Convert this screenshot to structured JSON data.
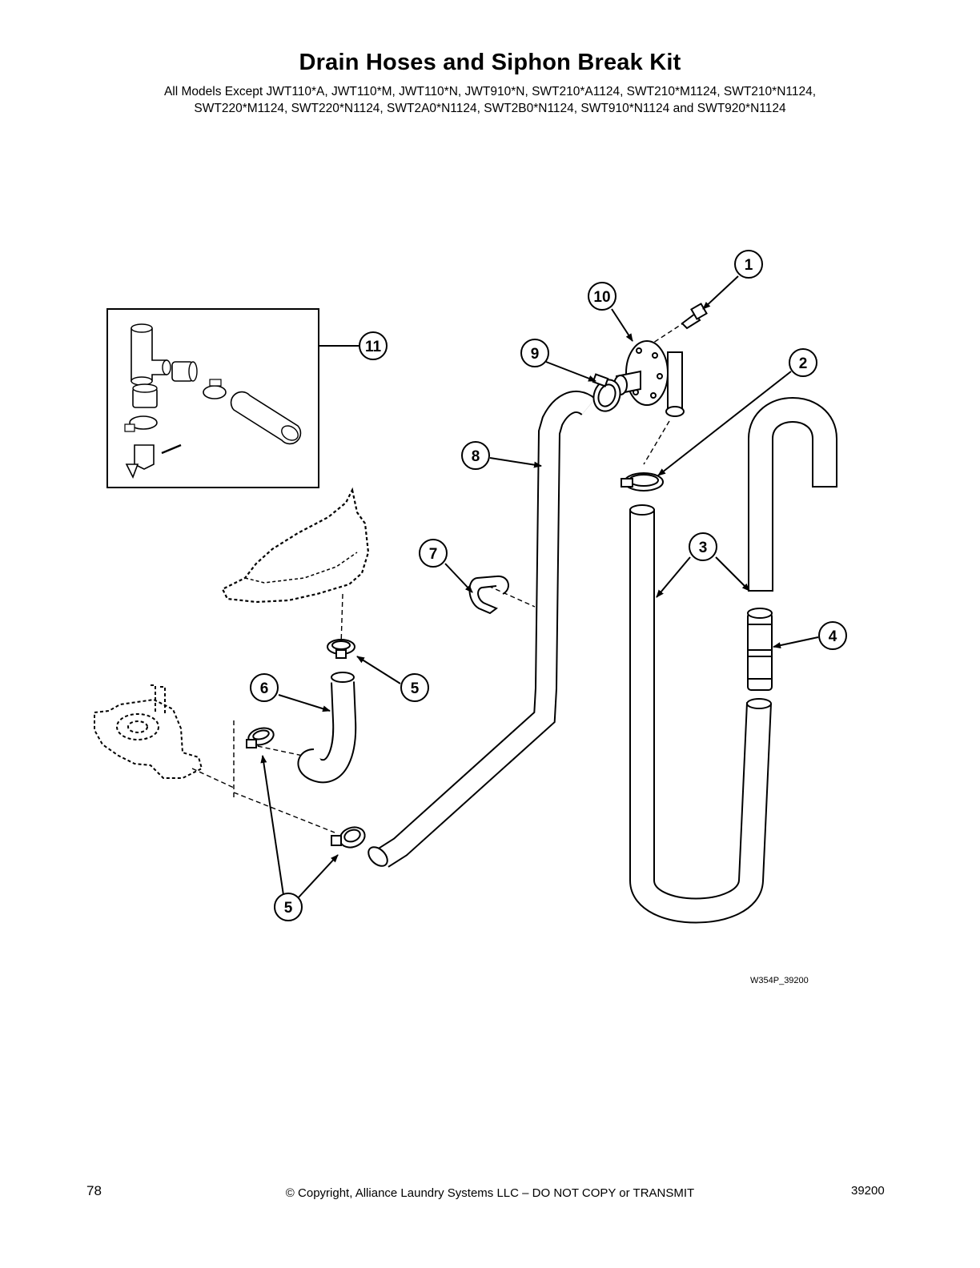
{
  "page": {
    "title": "Drain Hoses and Siphon Break Kit",
    "subtitle_line1": "All Models Except JWT110*A, JWT110*M, JWT110*N, JWT910*N, SWT210*A1124, SWT210*M1124, SWT210*N1124,",
    "subtitle_line2": "SWT220*M1124, SWT220*N1124, SWT2A0*N1124, SWT2B0*N1124, SWT910*N1124 and SWT920*N1124"
  },
  "diagram": {
    "drawing_id": "W354P_39200",
    "callouts": [
      {
        "id": "c1",
        "label": "1"
      },
      {
        "id": "c10",
        "label": "10"
      },
      {
        "id": "c11",
        "label": "11"
      },
      {
        "id": "c9",
        "label": "9"
      },
      {
        "id": "c2",
        "label": "2"
      },
      {
        "id": "c8",
        "label": "8"
      },
      {
        "id": "c7",
        "label": "7"
      },
      {
        "id": "c3",
        "label": "3"
      },
      {
        "id": "c4",
        "label": "4"
      },
      {
        "id": "c6",
        "label": "6"
      },
      {
        "id": "c5a",
        "label": "5"
      },
      {
        "id": "c5b",
        "label": "5"
      }
    ]
  },
  "footer": {
    "page_number": "78",
    "copyright": "© Copyright, Alliance Laundry Systems LLC – DO NOT COPY or TRANSMIT",
    "doc_number": "39200"
  }
}
